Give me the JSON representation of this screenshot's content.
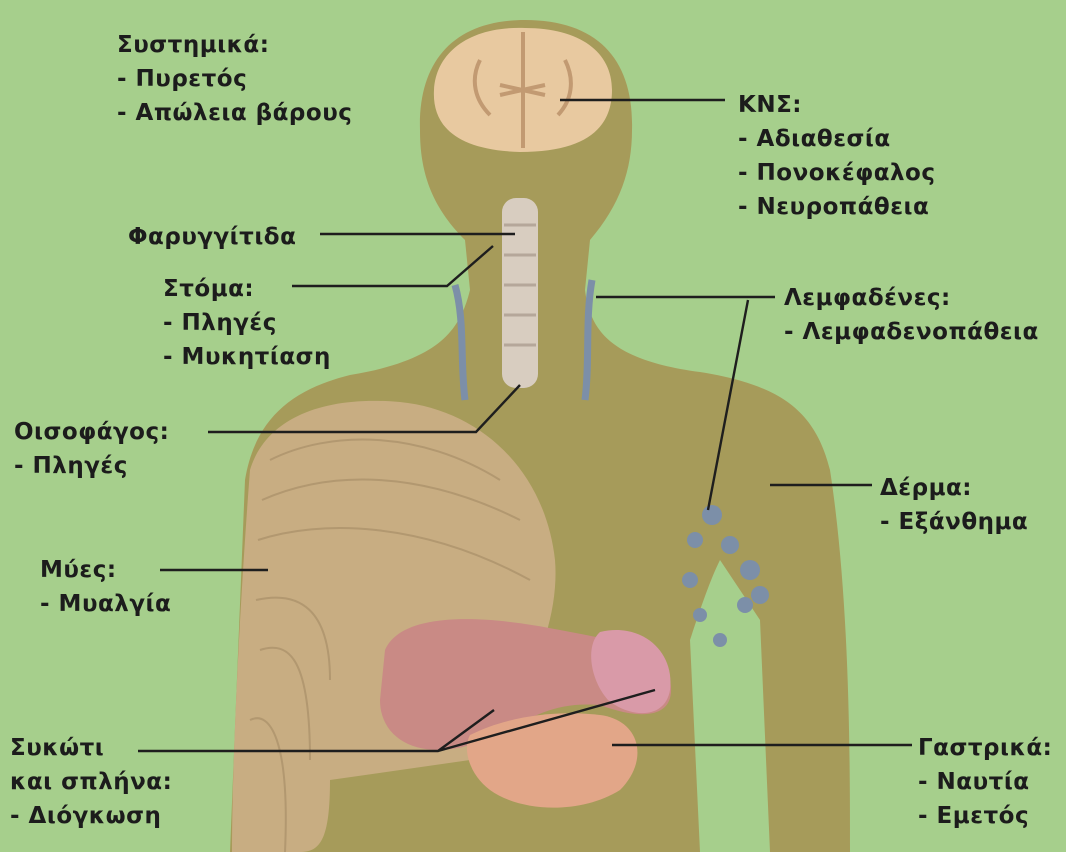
{
  "colors": {
    "background": "#a6cf8c",
    "body": "#a69b5a",
    "brain": "#e8c9a0",
    "muscle": "#c8ad82",
    "liver": "#c98a85",
    "stomach": "#e2a688",
    "lymph": "#7c8fa8",
    "leader": "#1e1e1e",
    "text": "#1c1c1c"
  },
  "labels": {
    "systemic": {
      "title": "Συστημικά:",
      "items": [
        "- Πυρετός",
        "- Απώλεια βάρους"
      ]
    },
    "cns": {
      "title": "ΚΝΣ:",
      "items": [
        "- Αδιαθεσία",
        "- Πονοκέφαλος",
        "- Νευροπάθεια"
      ]
    },
    "pharyngitis": {
      "title": "Φαρυγγίτιδα",
      "items": []
    },
    "mouth": {
      "title": "Στόμα:",
      "items": [
        "- Πληγές",
        "- Μυκητίαση"
      ]
    },
    "lymph_nodes": {
      "title": "Λεμφαδένες:",
      "items": [
        "- Λεμφαδενοπάθεια"
      ]
    },
    "esophagus": {
      "title": "Οισοφάγος:",
      "items": [
        "- Πληγές"
      ]
    },
    "skin": {
      "title": "Δέρμα:",
      "items": [
        "- Εξάνθημα"
      ]
    },
    "muscles": {
      "title": "Μύες:",
      "items": [
        "- Μυαλγία"
      ]
    },
    "liver_spleen": {
      "title": "Συκώτι",
      "items": [
        "και σπλήνα:",
        "- Διόγκωση"
      ]
    },
    "gastric": {
      "title": "Γαστρικά:",
      "items": [
        "- Ναυτία",
        "- Εμετός"
      ]
    }
  }
}
